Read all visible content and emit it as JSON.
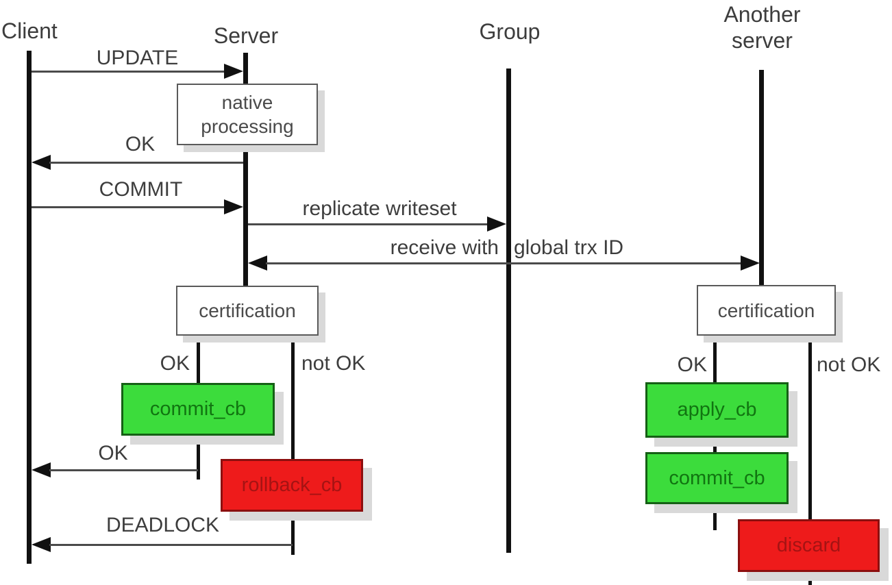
{
  "lifelines": {
    "client": {
      "label": "Client"
    },
    "server": {
      "label": "Server"
    },
    "group": {
      "label": "Group"
    },
    "another_server": {
      "label_line1": "Another",
      "label_line2": "server"
    }
  },
  "messages": {
    "update": {
      "label": "UPDATE"
    },
    "ok_native": {
      "label": "OK"
    },
    "commit": {
      "label": "COMMIT"
    },
    "replicate": {
      "label": "replicate writeset"
    },
    "receive_left": {
      "label": "receive with"
    },
    "receive_right": {
      "label": "global trx ID"
    },
    "ok_commit": {
      "label": "OK"
    },
    "deadlock": {
      "label": "DEADLOCK"
    }
  },
  "boxes": {
    "native_processing": {
      "line1": "native",
      "line2": "processing"
    },
    "certification_server": {
      "label": "certification"
    },
    "commit_cb_server": {
      "label": "commit_cb"
    },
    "rollback_cb_server": {
      "label": "rollback_cb"
    },
    "certification_another": {
      "label": "certification"
    },
    "apply_cb": {
      "label": "apply_cb"
    },
    "commit_cb_another": {
      "label": "commit_cb"
    },
    "discard": {
      "label": "discard"
    }
  },
  "branch_labels": {
    "server_ok": "OK",
    "server_not_ok": "not OK",
    "another_ok": "OK",
    "another_not_ok": "not OK"
  },
  "colors": {
    "green_fill": "#3cdc3c",
    "green_border": "#156015",
    "green_text": "#117511",
    "red_fill": "#ee1b1b",
    "red_border": "#8c0f0f",
    "red_text": "#a51313",
    "white_box_border": "#5a5a5a",
    "box_shadow": "#d9d9d9",
    "line": "#4a4a4a",
    "lifeline": "#111111",
    "label_text": "#3d3d3d"
  }
}
